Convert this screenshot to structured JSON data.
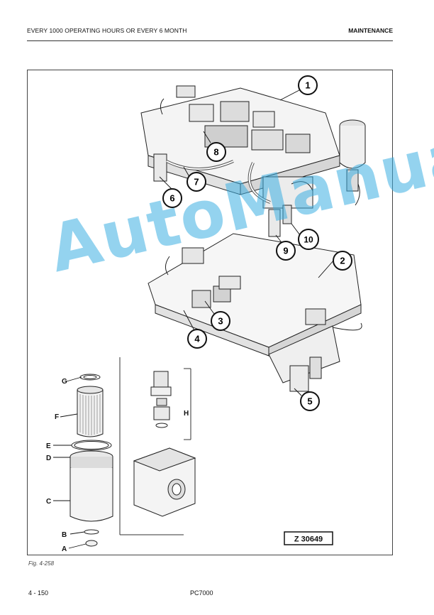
{
  "header": {
    "left": "EVERY 1000 OPERATING HOURS OR EVERY 6 MONTH",
    "right": "MAINTENANCE"
  },
  "figure": {
    "callouts": [
      "1",
      "2",
      "3",
      "4",
      "5",
      "6",
      "7",
      "8",
      "9",
      "10"
    ],
    "letters": [
      "A",
      "B",
      "C",
      "D",
      "E",
      "F",
      "G",
      "H"
    ],
    "reference": "Z 30649"
  },
  "caption": "Fig. 4-258",
  "footer": {
    "page": "4  - 150",
    "model": "PC7000"
  },
  "watermark": "AutoManual"
}
